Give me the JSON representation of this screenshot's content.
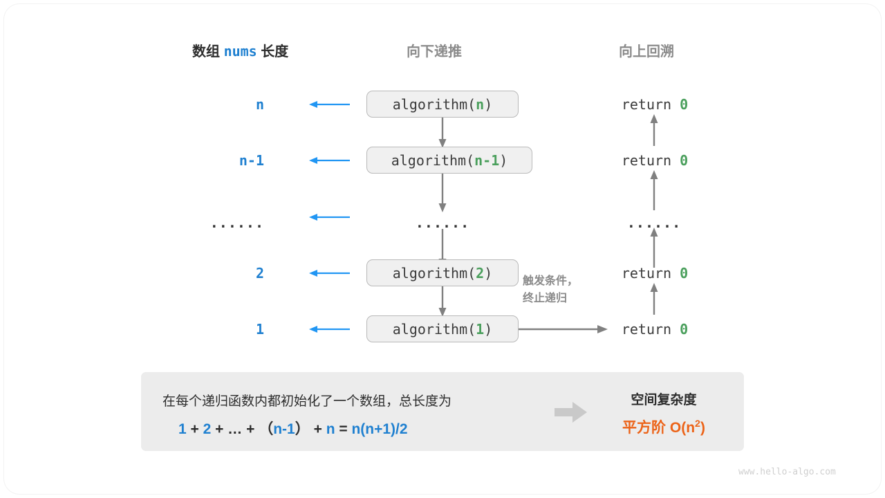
{
  "page": {
    "background": "#ffffff",
    "watermark": "www.hello-algo.com"
  },
  "colors": {
    "blue": "#1f80d0",
    "green": "#4a9f5c",
    "gray_text": "#8a8a8a",
    "dark_text": "#2c2c2c",
    "orange": "#ec6318",
    "arrow_gray": "#808080",
    "box_fill": "#f0f0f0",
    "box_border": "#b9b9b9",
    "panel_fill": "#ececec"
  },
  "headers": {
    "left_prefix": "数组",
    "left_mono": "nums",
    "left_suffix": "长度",
    "middle": "向下递推",
    "right": "向上回溯"
  },
  "rows": [
    {
      "size_label": "n",
      "call_prefix": "algorithm(",
      "call_arg": "n",
      "call_suffix": ")",
      "return_text": "return",
      "return_value": "0",
      "is_ellipsis": false
    },
    {
      "size_label": "n-1",
      "call_prefix": "algorithm(",
      "call_arg": "n-1",
      "call_suffix": ")",
      "return_text": "return",
      "return_value": "0",
      "is_ellipsis": false
    },
    {
      "size_label": "......",
      "call_prefix": "......",
      "call_arg": "",
      "call_suffix": "",
      "return_text": "......",
      "return_value": "",
      "is_ellipsis": true
    },
    {
      "size_label": "2",
      "call_prefix": "algorithm(",
      "call_arg": "2",
      "call_suffix": ")",
      "return_text": "return",
      "return_value": "0",
      "is_ellipsis": false
    },
    {
      "size_label": "1",
      "call_prefix": "algorithm(",
      "call_arg": "1",
      "call_suffix": ")",
      "return_text": "return",
      "return_value": "0",
      "is_ellipsis": false
    }
  ],
  "annotation": {
    "line1": "触发条件，",
    "line2": "终止递归"
  },
  "summary": {
    "description": "在每个递归函数内都初始化了一个数组，总长度为",
    "formula": {
      "t1": "1",
      "op1": "+",
      "t2": "2",
      "op2": "+",
      "t3": "…",
      "op3": "+",
      "lparen": "（",
      "t4": "n-1",
      "rparen": "）",
      "op4": "+",
      "t5": "n",
      "eq": "=",
      "t6": "n(n+1)/2"
    },
    "result_title": "空间复杂度",
    "result_prefix": "平方阶",
    "result_notation": "O(n",
    "result_exponent": "2",
    "result_suffix": ")"
  }
}
